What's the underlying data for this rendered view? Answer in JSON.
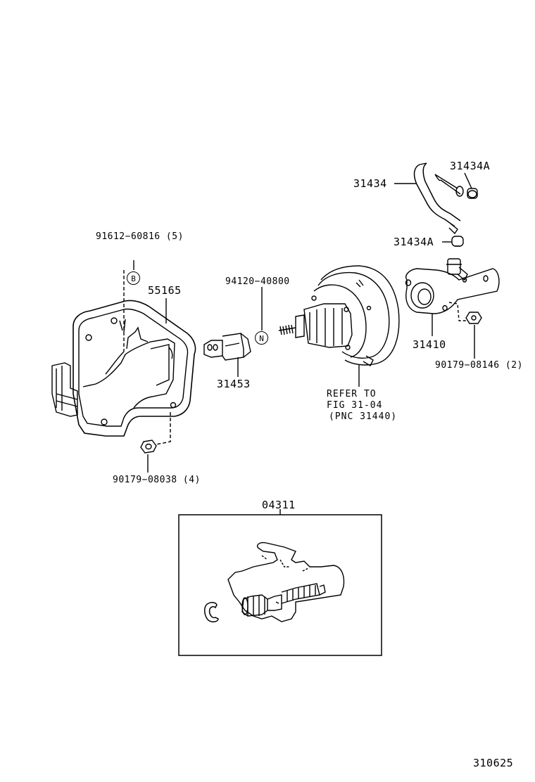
{
  "parts": {
    "p31434": "31434",
    "p31434A_top": "31434A",
    "p31434A_mid": "31434A",
    "p91612": "91612−60816 (5)",
    "p55165": "55165",
    "p94120": "94120−40800",
    "p31410": "31410",
    "p31453": "31453",
    "p90179_2": "90179−08146 (2)",
    "p90179_4": "90179−08038 (4)",
    "p04311": "04311"
  },
  "callouts": {
    "b": "B",
    "n": "N"
  },
  "refer": {
    "line1": "REFER TO",
    "line2": "FIG 31-04",
    "line3": "(PNC 31440)"
  },
  "figure_number": "310625"
}
